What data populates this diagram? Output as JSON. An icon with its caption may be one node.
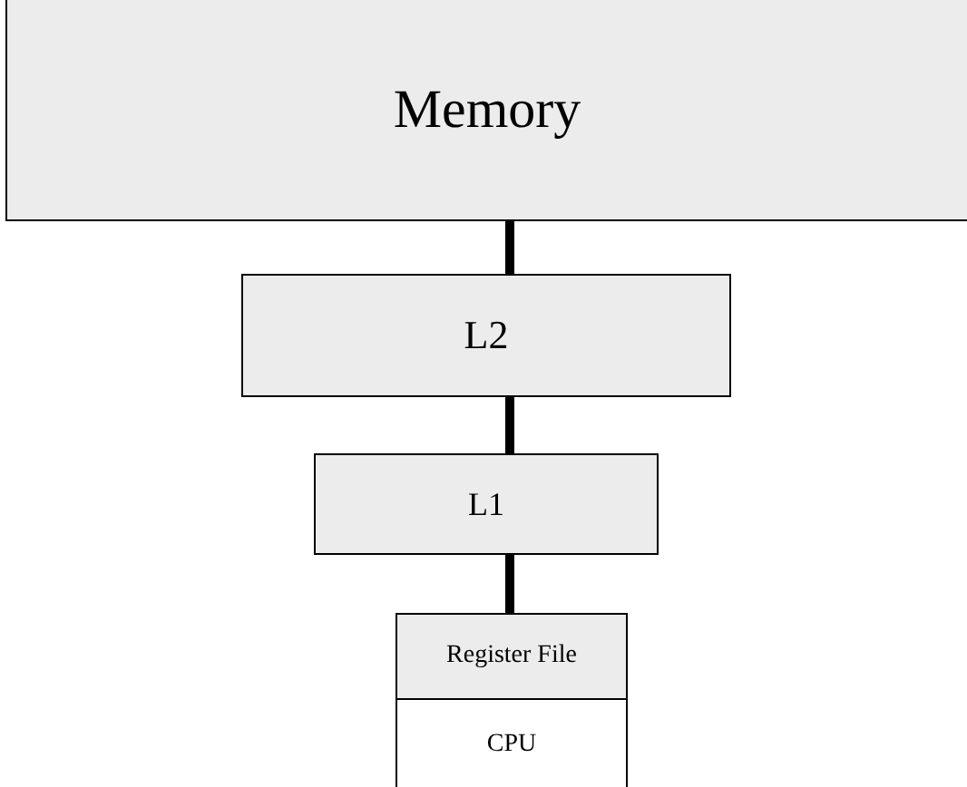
{
  "diagram": {
    "nodes": [
      {
        "text": [
          "Memory"
        ]
      },
      {
        "text": [
          "L2"
        ]
      },
      {
        "text": [
          "L1"
        ]
      },
      {
        "text": [
          "Register File"
        ]
      },
      {
        "text": [
          "CPU"
        ]
      }
    ],
    "edges": [
      {
        "from": 0,
        "to": 1,
        "arrow": "none"
      },
      {
        "from": 1,
        "to": 2,
        "arrow": "none"
      },
      {
        "from": 2,
        "to": 3,
        "arrow": "none"
      }
    ]
  }
}
